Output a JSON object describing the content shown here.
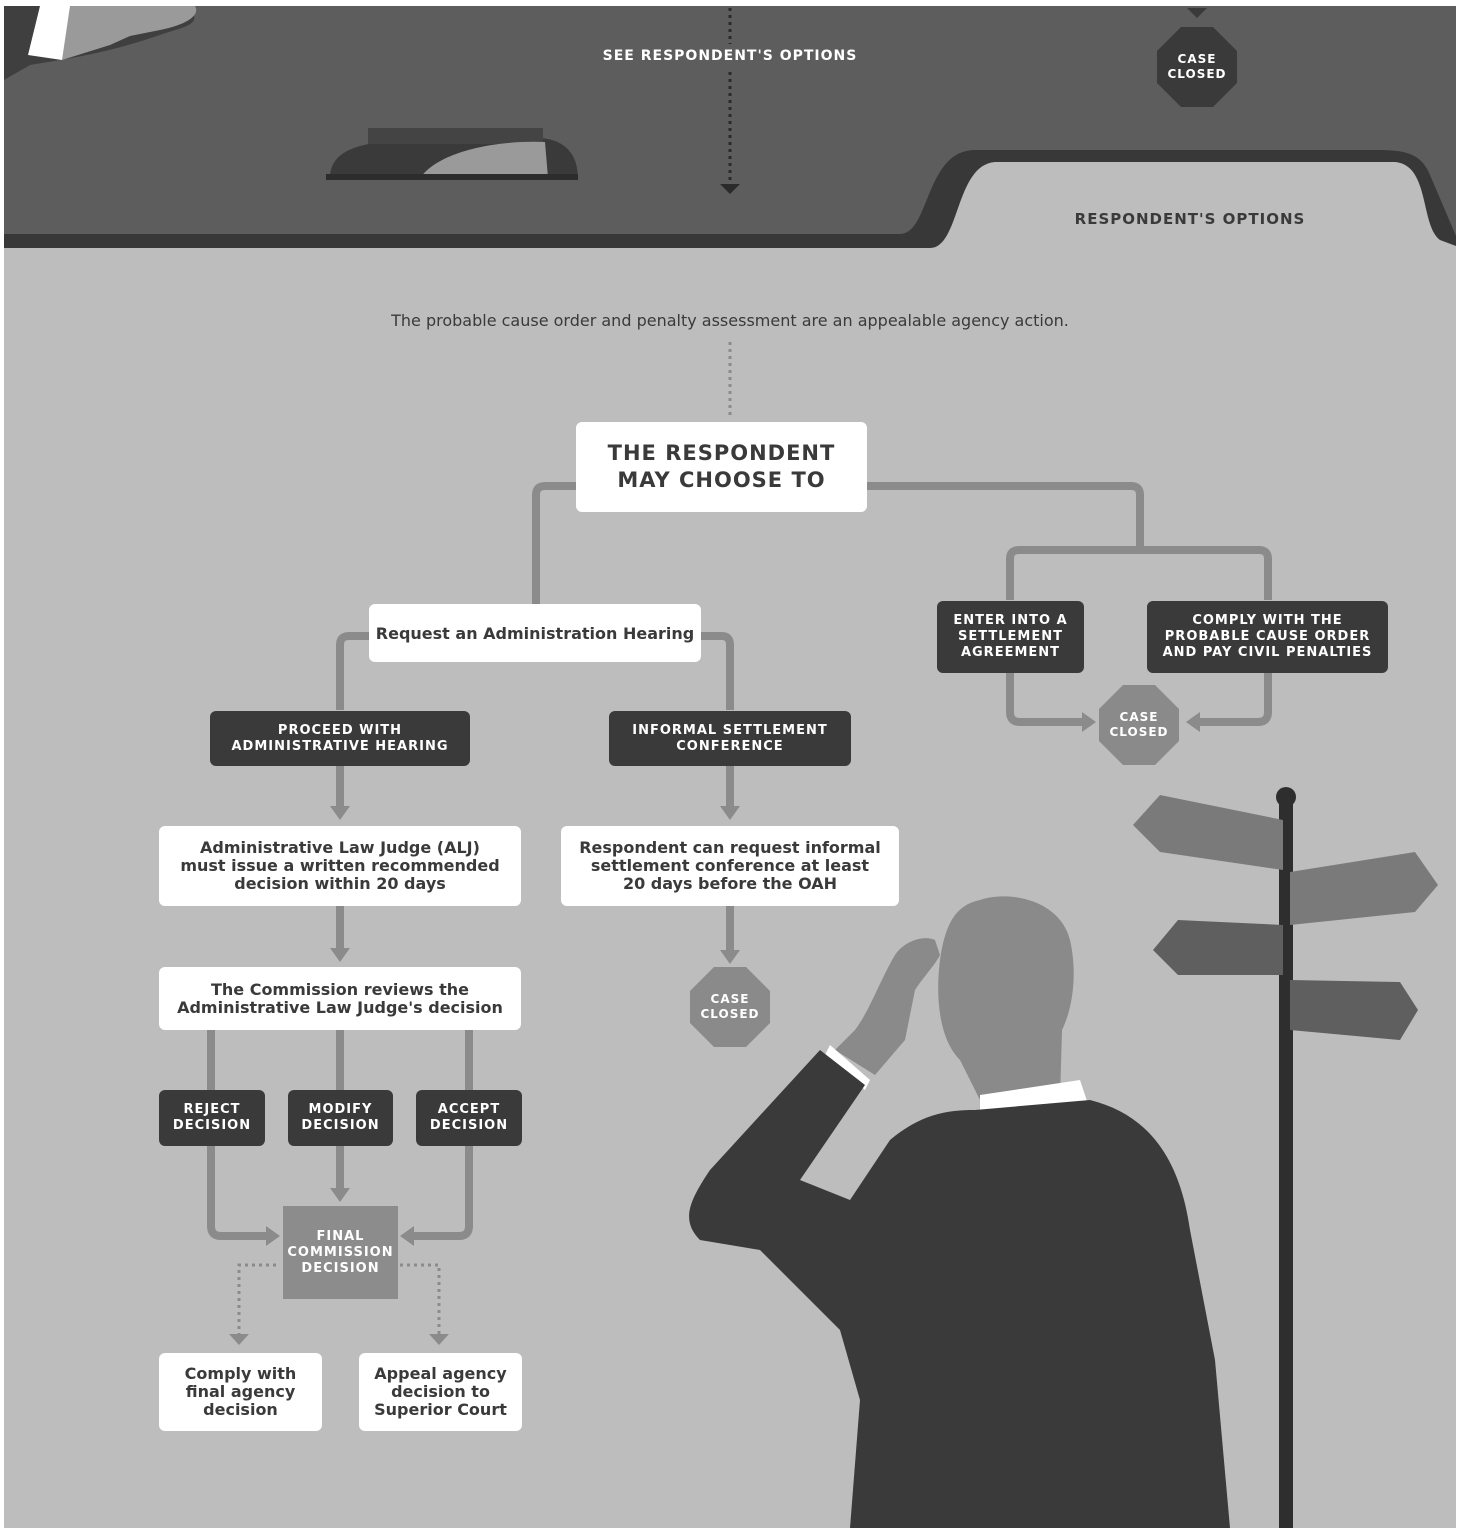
{
  "top": {
    "see_options": "SEE RESPONDENT'S OPTIONS",
    "case_closed": "CASE\nCLOSED",
    "tab_label": "RESPONDENT'S OPTIONS"
  },
  "intro": "The probable cause order and penalty assessment are an appealable agency action.",
  "respondent": "THE RESPONDENT\nMAY CHOOSE TO",
  "request_hearing": "Request an Administration Hearing",
  "proceed": "PROCEED WITH\nADMINISTRATIVE HEARING",
  "informal": "INFORMAL SETTLEMENT\nCONFERENCE",
  "alj": "Administrative Law Judge (ALJ)\nmust issue a written recommended\ndecision within 20 days",
  "informal_req": "Respondent can request informal\nsettlement conference at least\n20 days before the OAH",
  "commission": "The Commission reviews the\nAdministrative Law Judge's decision",
  "reject": "REJECT\nDECISION",
  "modify": "MODIFY\nDECISION",
  "accept": "ACCEPT\nDECISION",
  "final": "FINAL\nCOMMISSION\nDECISION",
  "comply_final": "Comply with\nfinal agency\ndecision",
  "appeal": "Appeal agency\ndecision to\nSuperior Court",
  "settlement": "ENTER INTO A\nSETTLEMENT\nAGREEMENT",
  "comply_pay": "COMPLY WITH THE\nPROBABLE CAUSE ORDER\nAND PAY CIVIL PENALTIES",
  "case_closed": "CASE\nCLOSED",
  "colors": {
    "top_band": "#5d5d5d",
    "background": "#bdbdbd",
    "dark_box": "#3a3a3a",
    "connector": "#8b8b8b",
    "octagon": "#8a8a8a",
    "final_box": "#8c8c8c"
  }
}
